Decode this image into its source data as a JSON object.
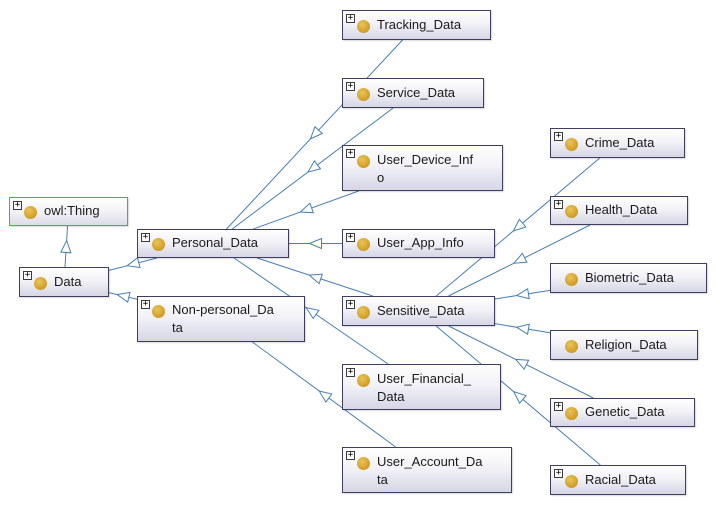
{
  "graph": {
    "nodes": [
      {
        "id": "owl_thing",
        "label": "owl:Thing",
        "root": true
      },
      {
        "id": "data",
        "label": "Data"
      },
      {
        "id": "personal_data",
        "label": "Personal_Data"
      },
      {
        "id": "non_personal_data",
        "label": "Non-personal_Da\nta"
      },
      {
        "id": "tracking_data",
        "label": "Tracking_Data"
      },
      {
        "id": "service_data",
        "label": "Service_Data"
      },
      {
        "id": "user_device_info",
        "label": "User_Device_Inf\no"
      },
      {
        "id": "user_app_info",
        "label": "User_App_Info"
      },
      {
        "id": "sensitive_data",
        "label": "Sensitive_Data"
      },
      {
        "id": "user_financial_data",
        "label": "User_Financial_\nData"
      },
      {
        "id": "user_account_data",
        "label": "User_Account_Da\nta"
      },
      {
        "id": "crime_data",
        "label": "Crime_Data"
      },
      {
        "id": "health_data",
        "label": "Health_Data"
      },
      {
        "id": "biometric_data",
        "label": "Biometric_Data"
      },
      {
        "id": "religion_data",
        "label": "Religion_Data"
      },
      {
        "id": "genetic_data",
        "label": "Genetic_Data"
      },
      {
        "id": "racial_data",
        "label": "Racial_Data"
      }
    ],
    "edges": [
      {
        "from": "data",
        "to": "owl_thing"
      },
      {
        "from": "personal_data",
        "to": "data"
      },
      {
        "from": "non_personal_data",
        "to": "data"
      },
      {
        "from": "tracking_data",
        "to": "personal_data"
      },
      {
        "from": "service_data",
        "to": "personal_data"
      },
      {
        "from": "user_device_info",
        "to": "personal_data"
      },
      {
        "from": "user_app_info",
        "to": "personal_data"
      },
      {
        "from": "sensitive_data",
        "to": "personal_data"
      },
      {
        "from": "user_financial_data",
        "to": "personal_data"
      },
      {
        "from": "user_account_data",
        "to": "non_personal_data"
      },
      {
        "from": "crime_data",
        "to": "sensitive_data"
      },
      {
        "from": "health_data",
        "to": "sensitive_data"
      },
      {
        "from": "biometric_data",
        "to": "sensitive_data"
      },
      {
        "from": "religion_data",
        "to": "sensitive_data"
      },
      {
        "from": "genetic_data",
        "to": "sensitive_data"
      },
      {
        "from": "racial_data",
        "to": "sensitive_data"
      }
    ]
  },
  "colors": {
    "edge": "#4a7fb0",
    "class_icon": "#d4a22a",
    "node_border": "#3e3e5e",
    "root_border": "#35c035"
  },
  "icons": {
    "expander": "plus-box-icon",
    "class": "class-circle-icon"
  },
  "expander_glyph": "+"
}
